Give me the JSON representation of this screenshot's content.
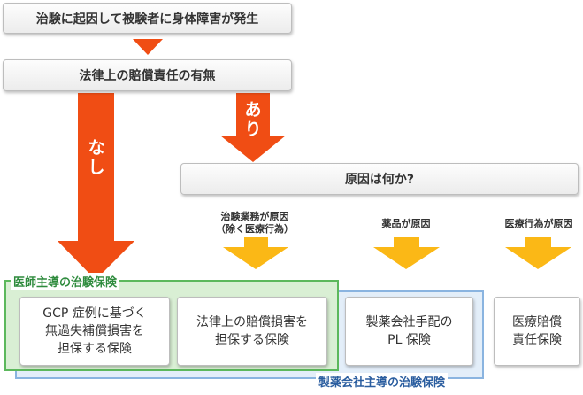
{
  "title": "治験に起因して被験者に身体障害が発生",
  "liability_question": "法律上の賠償責任の有無",
  "branch_no": "なし",
  "branch_yes": "あり",
  "cause_question": "原因は何か?",
  "causes": {
    "trial_task": "治験業務が原因\n（除く医療行為）",
    "drug": "薬品が原因",
    "medical_act": "医療行為が原因"
  },
  "regions": {
    "investigator": "医師主導の治験保険",
    "sponsor": "製薬会社主導の治験保険"
  },
  "boxes": {
    "no_fault": "GCP 症例に基づく\n無過失補償損害を\n担保する保険",
    "legal_liability": "法律上の賠償損害を\n担保する保険",
    "pl": "製薬会社手配の\nPL 保険",
    "medical_liability": "医療賠償\n責任保険"
  },
  "colors": {
    "arrow_red": "#f04d14",
    "arrow_orange": "#fbb816",
    "investigator_green": "#5cb85c",
    "investigator_fill": "#d9efd4",
    "sponsor_blue": "#8ab4e0",
    "sponsor_fill": "#e3eef9",
    "investigator_label": "#2e8b3d",
    "sponsor_label": "#2a5d9f"
  }
}
